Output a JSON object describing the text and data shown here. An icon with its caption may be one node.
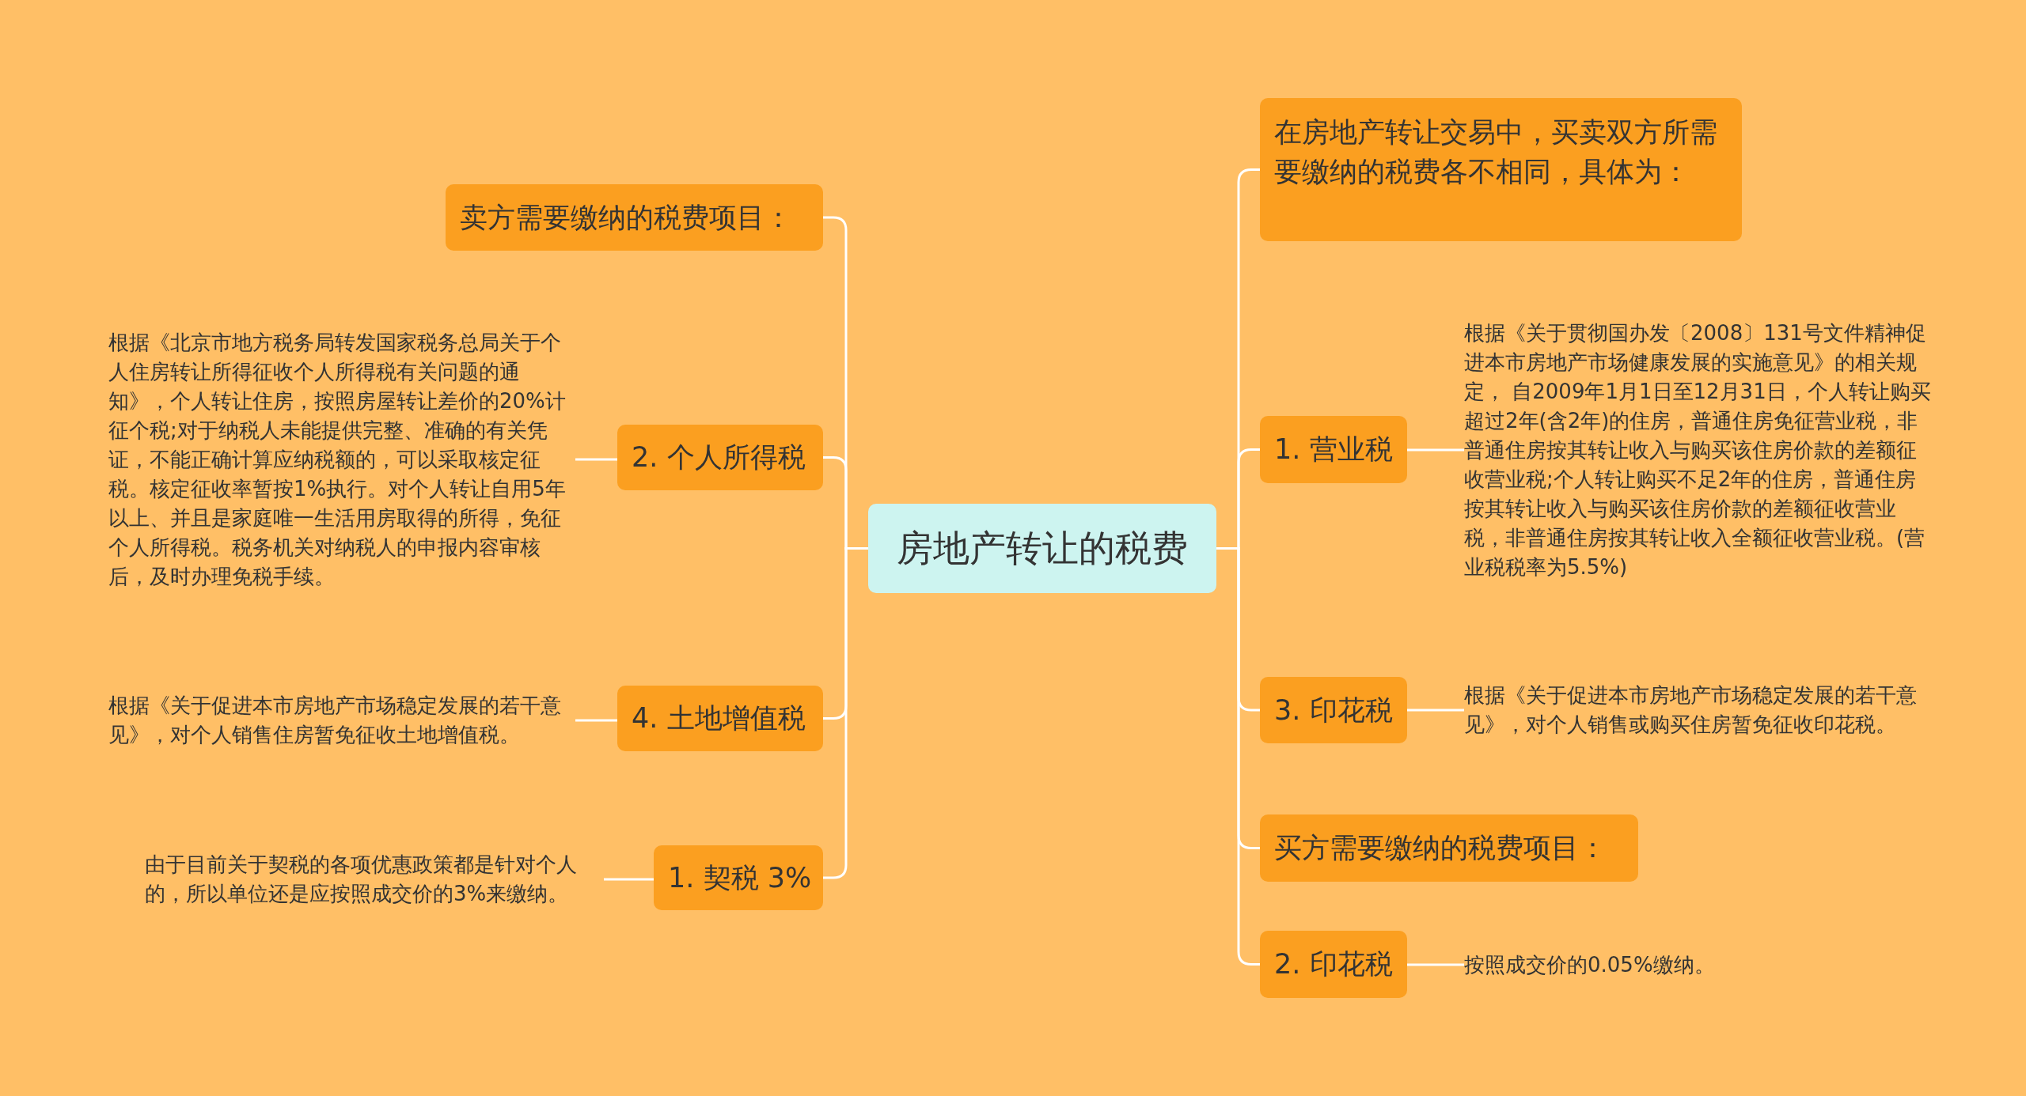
{
  "diagram": {
    "nodes": [
      {
        "text": [
          "房地产转让的税费"
        ]
      },
      {
        "text": [
          "卖方需要缴纳的税费项目："
        ]
      },
      {
        "text": [
          "2. 个人所得税"
        ]
      },
      {
        "text": [
          "根据《北京市地方税务局转发国家税务总局关于个人住房转让所得征收个人所得税有关问题的通知》，个人转让住房，按照房屋转让差价的20%计征个税;对于纳税人未能提供完整、准确的有关凭证，不能正确计算应纳税额的，可以采取核定征税。核定征收率暂按1%执行。对个人转让自用5年以上、并且是家庭唯一生活用房取得的所得，免征个人所得税。税务机关对纳税人的申报内容审核后，及时办理免税手续。"
        ]
      },
      {
        "text": [
          "4. 土地增值税"
        ]
      },
      {
        "text": [
          "根据《关于促进本市房地产市场稳定发展的若干意见》，对个人销售住房暂免征收土地增值税。"
        ]
      },
      {
        "text": [
          "1. 契税 3%"
        ]
      },
      {
        "text": [
          "由于目前关于契税的各项优惠政策都是针对个人的，所以单位还是应按照成交价的3%来缴纳。"
        ]
      },
      {
        "text": [
          "在房地产转让交易中，买卖双方所需要缴纳的税费各不相同，具体为："
        ]
      },
      {
        "text": [
          "1. 营业税"
        ]
      },
      {
        "text": [
          "根据《关于贯彻国办发〔2008〕131号文件精神促进本市房地产市场健康发展的实施意见》的相关规定， 自2009年1月1日至12月31日，个人转让购买超过2年(含2年)的住房，普通住房免征营业税，非普通住房按其转让收入与购买该住房价款的差额征收营业税;个人转让购买不足2年的住房，普通住房按其转让收入与购买该住房价款的差额征收营业税，非普通住房按其转让收入全额征收营业税。(营业税税率为5.5%)"
        ]
      },
      {
        "text": [
          "3. 印花税"
        ]
      },
      {
        "text": [
          "根据《关于促进本市房地产市场稳定发展的若干意见》，对个人销售或购买住房暂免征收印花税。"
        ]
      },
      {
        "text": [
          "买方需要缴纳的税费项目："
        ]
      },
      {
        "text": [
          "2. 印花税"
        ]
      },
      {
        "text": [
          "按照成交价的0.05%缴纳。"
        ]
      }
    ],
    "edges": [
      {
        "from": 0,
        "to": 1,
        "arrow": "none"
      },
      {
        "from": 0,
        "to": 2,
        "arrow": "none"
      },
      {
        "from": 0,
        "to": 4,
        "arrow": "none"
      },
      {
        "from": 0,
        "to": 6,
        "arrow": "none"
      },
      {
        "from": 0,
        "to": 8,
        "arrow": "none"
      },
      {
        "from": 0,
        "to": 9,
        "arrow": "none"
      },
      {
        "from": 0,
        "to": 11,
        "arrow": "none"
      },
      {
        "from": 0,
        "to": 13,
        "arrow": "none"
      },
      {
        "from": 0,
        "to": 14,
        "arrow": "none"
      },
      {
        "from": 2,
        "to": 3,
        "arrow": "none"
      },
      {
        "from": 4,
        "to": 5,
        "arrow": "none"
      },
      {
        "from": 6,
        "to": 7,
        "arrow": "none"
      },
      {
        "from": 9,
        "to": 10,
        "arrow": "none"
      },
      {
        "from": 11,
        "to": 12,
        "arrow": "none"
      },
      {
        "from": 14,
        "to": 15,
        "arrow": "none"
      }
    ]
  }
}
